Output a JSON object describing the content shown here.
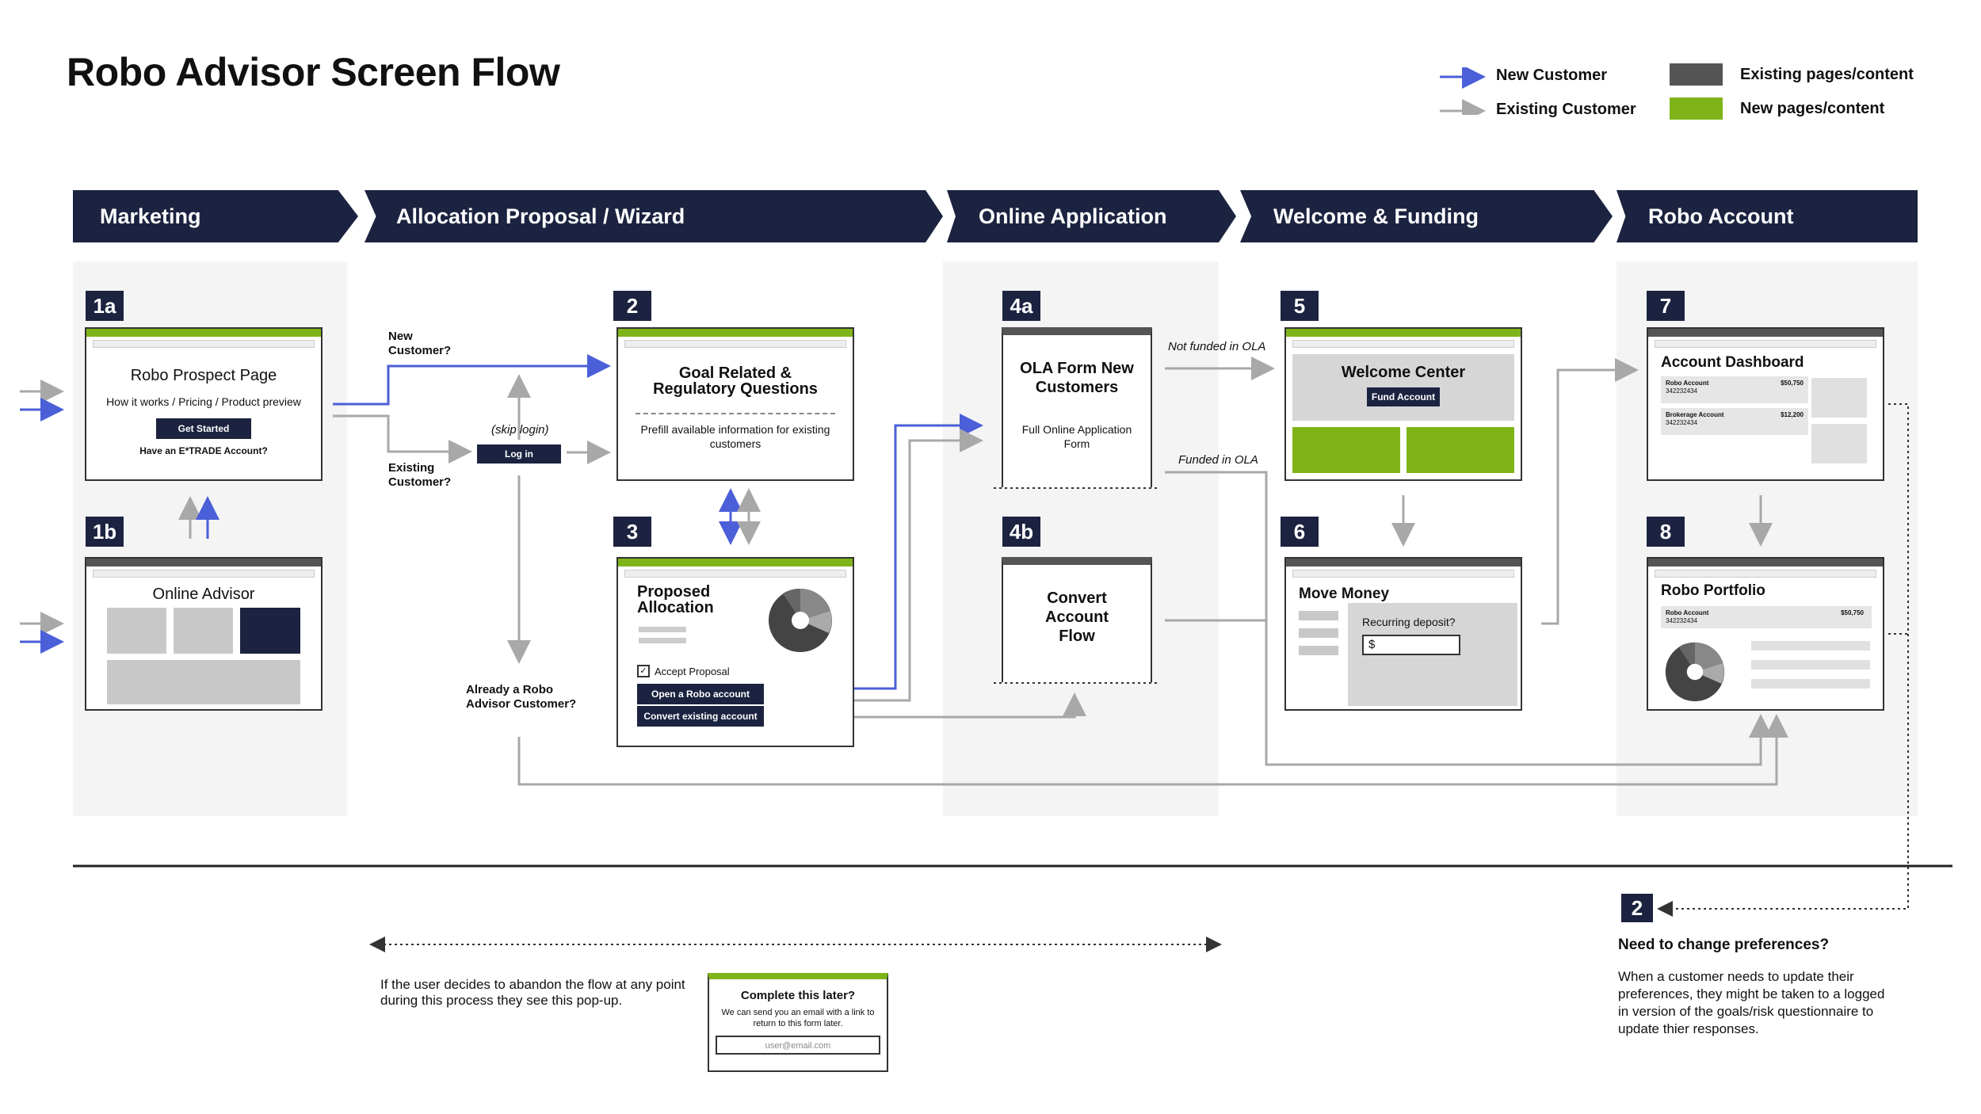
{
  "title": "Robo Advisor Screen Flow",
  "legend": {
    "new_customer": "New Customer",
    "existing_customer": "Existing Customer",
    "existing_pages": "Existing pages/content",
    "new_pages": "New pages/content",
    "colors": {
      "new_customer": "#4a5fd8",
      "existing_customer": "#a8a8a8",
      "existing_pages": "#555555",
      "new_pages": "#7fb418",
      "navy": "#1b2340"
    }
  },
  "stages": [
    "Marketing",
    "Allocation Proposal / Wizard",
    "Online Application",
    "Welcome & Funding",
    "Robo Account"
  ],
  "screens": {
    "s1a": {
      "badge": "1a",
      "title": "Robo Prospect Page",
      "subtitle": "How it works / Pricing / Product preview",
      "button": "Get Started",
      "footer": "Have an E*TRADE Account?"
    },
    "s1b": {
      "badge": "1b",
      "title": "Online Advisor"
    },
    "s2": {
      "badge": "2",
      "title": "Goal Related & Regulatory Questions",
      "note": "Prefill available information for existing customers"
    },
    "s3": {
      "badge": "3",
      "title": "Proposed Allocation",
      "checkbox": "Accept Proposal",
      "button_open": "Open a Robo account",
      "button_convert": "Convert existing account"
    },
    "s4a": {
      "badge": "4a",
      "title": "OLA Form New Customers",
      "subtitle": "Full Online Application Form"
    },
    "s4b": {
      "badge": "4b",
      "title": "Convert Account Flow"
    },
    "s5": {
      "badge": "5",
      "title": "Welcome Center",
      "button": "Fund Account"
    },
    "s6": {
      "badge": "6",
      "title": "Move Money",
      "question": "Recurring deposit?",
      "input_value": "$"
    },
    "s7": {
      "badge": "7",
      "title": "Account Dashboard",
      "rows": [
        {
          "name": "Robo Account",
          "number": "342232434",
          "value": "$50,750"
        },
        {
          "name": "Brokerage Account",
          "number": "342232434",
          "value": "$12,200"
        }
      ]
    },
    "s8": {
      "badge": "8",
      "title": "Robo Portfolio",
      "row": {
        "name": "Robo Account",
        "number": "342232434",
        "value": "$50,750"
      }
    }
  },
  "flow_labels": {
    "new_customer_q": "New Customer?",
    "existing_customer_q": "Existing Customer?",
    "skip_login": "(skip login)",
    "login_button": "Log in",
    "already_robo": "Already a Robo Advisor Customer?",
    "not_funded": "Not funded in OLA",
    "funded": "Funded in OLA"
  },
  "preferences": {
    "badge": "2",
    "heading": "Need to change preferences?",
    "text": "When a customer needs to update their preferences, they might be taken to a logged in version of the goals/risk questionnaire to update thier responses."
  },
  "abandon": {
    "text": "If the user decides to abandon the flow at any point during this process they see this pop-up.",
    "popup_title": "Complete this later?",
    "popup_text": "We can send you an email with a link to return to this form later.",
    "email_placeholder": "user@email.com"
  }
}
